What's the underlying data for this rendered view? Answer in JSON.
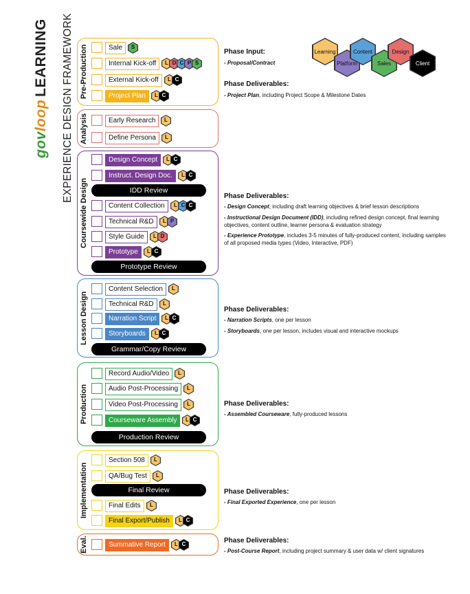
{
  "brand": {
    "gov": "gov",
    "loop": "loop",
    "learning": "LEARNING",
    "framework": "EXPERIENCE DESIGN FRAMEWORK"
  },
  "colors": {
    "orange_yellow": "#f3b41b",
    "pink": "#e46d6d",
    "purple": "#7b3e96",
    "blue": "#4a86c5",
    "green": "#2fa84a",
    "yellow": "#f4d217",
    "orange": "#ee6a24",
    "L": "#f7c46b",
    "D": "#e46d6d",
    "C": "#5aa0d8",
    "P": "#8b7bc3",
    "S": "#5cb35e",
    "K": "#000000"
  },
  "legend": [
    {
      "label": "Learning",
      "color": "#f7c46b"
    },
    {
      "label": "Platform",
      "color": "#8b7bc3"
    },
    {
      "label": "Content",
      "color": "#5aa0d8"
    },
    {
      "label": "Sales",
      "color": "#5cb35e"
    },
    {
      "label": "Design",
      "color": "#e46d6d"
    },
    {
      "label": "Client",
      "color": "#000000"
    }
  ],
  "phases": [
    {
      "name": "Pre-Production",
      "color": "#f3b41b",
      "tasks": [
        {
          "label": "Sale",
          "filled": false,
          "roles": [
            "S"
          ]
        },
        {
          "label": "Internal Kick-off",
          "filled": false,
          "roles": [
            "L",
            "D",
            "C",
            "P",
            "S"
          ]
        },
        {
          "label": "External Kick-off",
          "filled": false,
          "roles": [
            "L",
            "C"
          ]
        },
        {
          "label": "Project Plan",
          "filled": true,
          "roles": [
            "L",
            "C"
          ]
        }
      ]
    },
    {
      "name": "Analysis",
      "color": "#e46d6d",
      "tasks": [
        {
          "label": "Early Research",
          "filled": false,
          "roles": [
            "L"
          ]
        },
        {
          "label": "Define Persona",
          "filled": false,
          "roles": [
            "L"
          ]
        }
      ]
    },
    {
      "name": "Coursewide Design",
      "color": "#7b3e96",
      "tasks": [
        {
          "label": "Design Concept",
          "filled": true,
          "roles": [
            "L",
            "C"
          ]
        },
        {
          "label": "Instruct. Design Doc.",
          "filled": true,
          "roles": [
            "L",
            "C"
          ]
        },
        {
          "review": "IDD Review"
        },
        {
          "label": "Content Collection",
          "filled": false,
          "roles": [
            "L",
            "C",
            "C"
          ]
        },
        {
          "label": "Technical R&D",
          "filled": false,
          "roles": [
            "L",
            "P"
          ]
        },
        {
          "label": "Style Guide",
          "filled": false,
          "roles": [
            "L",
            "D"
          ]
        },
        {
          "label": "Prototype",
          "filled": true,
          "roles": [
            "L",
            "C"
          ]
        },
        {
          "review": "Prototype Review"
        }
      ]
    },
    {
      "name": "Lesson Design",
      "color": "#4a86c5",
      "tasks": [
        {
          "label": "Content Selection",
          "filled": false,
          "roles": [
            "L"
          ]
        },
        {
          "label": "Technical R&D",
          "filled": false,
          "roles": [
            "L"
          ]
        },
        {
          "label": "Narration Script",
          "filled": true,
          "roles": [
            "L",
            "C"
          ]
        },
        {
          "label": "Storyboards",
          "filled": true,
          "roles": [
            "L",
            "C"
          ]
        },
        {
          "review": "Grammar/Copy Review"
        }
      ]
    },
    {
      "name": "Production",
      "color": "#2fa84a",
      "tasks": [
        {
          "label": "Record Audio/Video",
          "filled": false,
          "roles": [
            "L"
          ]
        },
        {
          "label": "Audio Post-Processing",
          "filled": false,
          "roles": [
            "L"
          ]
        },
        {
          "label": "Video Post-Processing",
          "filled": false,
          "roles": [
            "L"
          ]
        },
        {
          "label": "Courseware Assembly",
          "filled": true,
          "roles": [
            "L",
            "C"
          ]
        },
        {
          "review": "Production Review"
        }
      ]
    },
    {
      "name": "Implementation",
      "color": "#f4d217",
      "tasks": [
        {
          "label": "Section 508",
          "filled": false,
          "roles": [
            "L"
          ]
        },
        {
          "label": "QA/Bug Test",
          "filled": false,
          "roles": [
            "L"
          ]
        },
        {
          "review": "Final Review"
        },
        {
          "label": "Final Edits",
          "filled": false,
          "roles": [
            "L"
          ]
        },
        {
          "label": "Final Export/Publish",
          "filled": true,
          "roles": [
            "L",
            "C"
          ]
        }
      ]
    },
    {
      "name": "Eval.",
      "color": "#ee6a24",
      "tasks": [
        {
          "label": "Summative Report",
          "filled": true,
          "roles": [
            "L",
            "C"
          ]
        }
      ]
    }
  ],
  "notes": {
    "preprod_input_title": "Phase Input:",
    "preprod_input": "- Proposal/Contract",
    "preprod_deliv_title": "Phase Deliverables:",
    "preprod_deliv_b": "- Project Plan",
    "preprod_deliv": ", including Project Scope & Milestone Dates",
    "design_title": "Phase Deliverables:",
    "design_1b": "- Design Concept",
    "design_1": ", including draft learning objectives & brief lesson descriptions",
    "design_2b": "- Instructional Design Document (IDD)",
    "design_2": ", including refined design concept, final learning objectives, content outline, learner persona & evaluation strategy",
    "design_3b": "- Experience Prototype",
    "design_3": ", includes 3-5 minutes of fully-produced content, including samples of all proposed media types (Video, Interactive, PDF)",
    "lesson_title": "Phase Deliverables:",
    "lesson_1b": "- Narration Scripts",
    "lesson_1": ", one per lesson",
    "lesson_2b": "- Storyboards",
    "lesson_2": ", one per lesson, includes visual and interactive mockups",
    "prod_title": "Phase Deliverables:",
    "prod_1b": "- Assembled Courseware",
    "prod_1": ", fully-produced lessons",
    "impl_title": "Phase Deliverables:",
    "impl_1b": "- Final Exported Experience",
    "impl_1": ", one per lesson",
    "eval_title": "Phase Deliverables:",
    "eval_1b": "- Post-Course Report",
    "eval_1": ", including project summary & user data w/ client signatures"
  }
}
